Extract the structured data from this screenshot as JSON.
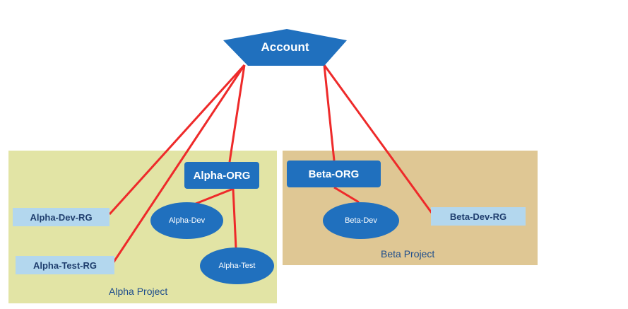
{
  "account": {
    "label": "Account"
  },
  "projects": {
    "alpha": {
      "label": "Alpha Project"
    },
    "beta": {
      "label": "Beta Project"
    }
  },
  "orgs": {
    "alpha": {
      "label": "Alpha-ORG"
    },
    "beta": {
      "label": "Beta-ORG"
    }
  },
  "resource_groups": {
    "alpha_dev": {
      "label": "Alpha-Dev-RG"
    },
    "alpha_test": {
      "label": "Alpha-Test-RG"
    },
    "beta_dev": {
      "label": "Beta-Dev-RG"
    }
  },
  "environments": {
    "alpha_dev": {
      "label": "Alpha-Dev"
    },
    "alpha_test": {
      "label": "Alpha-Test"
    },
    "beta_dev": {
      "label": "Beta-Dev"
    }
  },
  "colors": {
    "node_blue": "#2070be",
    "link_red": "#ee2a2a",
    "alpha_project_bg": "#e2e4a5",
    "beta_project_bg": "#dfc794",
    "rg_bg": "#b3d7ee"
  }
}
